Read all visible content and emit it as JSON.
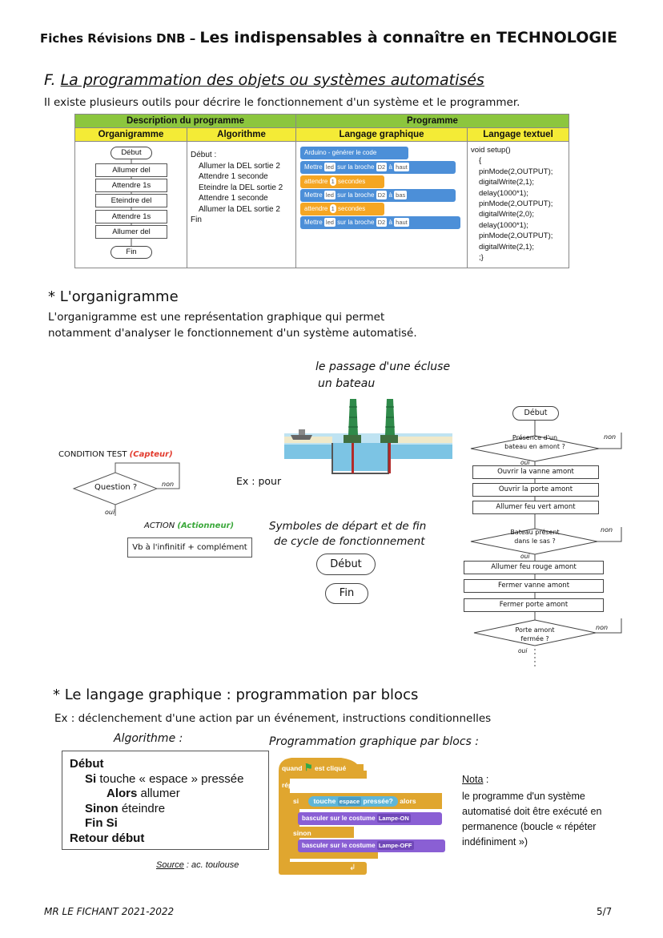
{
  "header": {
    "prefix": "Fiches Révisions DNB –",
    "title": "Les indispensables à connaître en TECHNOLOGIE"
  },
  "section_f": {
    "letter": "F.",
    "title": "La programmation des objets ou systèmes automatisés",
    "intro": "Il existe plusieurs outils pour décrire le fonctionnement d'un système et le programmer."
  },
  "table": {
    "group_headers": [
      "Description du programme",
      "Programme"
    ],
    "col_headers": [
      "Organigramme",
      "Algorithme",
      "Langage graphique",
      "Langage textuel"
    ],
    "organigramme": [
      "Début",
      "Allumer del",
      "Attendre 1s",
      "Eteindre del",
      "Attendre 1s",
      "Allumer del",
      "Fin"
    ],
    "algorithme": [
      "Début :",
      "Allumer la DEL sortie 2",
      "Attendre 1 seconde",
      "Eteindre la DEL sortie 2",
      "Attendre 1 seconde",
      "Allumer la DEL sortie 2",
      "Fin"
    ],
    "blocks": {
      "header": "Arduino - générer le code",
      "mettre": "Mettre",
      "led": "led",
      "sur_broche": "sur la broche",
      "pin": "D2",
      "a": "à",
      "haut": "haut",
      "bas": "bas",
      "attendre": "attendre",
      "one": "1",
      "secondes": "secondes"
    },
    "code": [
      "void setup()",
      "{",
      "pinMode(2,OUTPUT);",
      "digitalWrite(2,1);",
      "delay(1000*1);",
      "pinMode(2,OUTPUT);",
      "digitalWrite(2,0);",
      "delay(1000*1);",
      "pinMode(2,OUTPUT);",
      "digitalWrite(2,1);",
      ";}"
    ]
  },
  "section_org": {
    "title": "* L'organigramme",
    "desc_line1": "L'organigramme est une représentation graphique qui permet",
    "desc_line2": "notamment d'analyser le fonctionnement d'un système automatisé.",
    "caption_line1": "le passage d'une écluse",
    "caption_line2": "un bateau",
    "condition_label": "CONDITION  TEST",
    "capteur": "(Capteur)",
    "question": "Question ?",
    "non": "non",
    "oui": "oui",
    "action_label": "ACTION",
    "actionneur": "(Actionneur)",
    "action_box": "Vb à l'infinitif + complément",
    "ex_pour": "Ex : pour",
    "symbols_line1": "Symboles de départ et de fin",
    "symbols_line2": "de cycle de fonctionnement",
    "debut": "Début",
    "fin": "Fin",
    "flow": {
      "debut": "Début",
      "q1_line1": "Présence d'un",
      "q1_line2": "bateau en amont ?",
      "steps1": [
        "Ouvrir la vanne amont",
        "Ouvrir la porte amont",
        "Allumer feu vert amont"
      ],
      "q2_line1": "Bateau présent",
      "q2_line2": "dans le sas ?",
      "steps2": [
        "Allumer  feu rouge amont",
        "Fermer  vanne amont",
        "Fermer  porte amont"
      ],
      "q3_line1": "Porte amont",
      "q3_line2": "fermée ?",
      "non": "non",
      "oui": "oui"
    }
  },
  "section_graph": {
    "title": "* Le langage graphique : programmation par blocs",
    "desc": "Ex : déclenchement d'une action par un événement, instructions conditionnelles",
    "algo_caption": "Algorithme :",
    "blocks_caption": "Programmation graphique par blocs :",
    "algo": {
      "l1": "Début",
      "l2_kw": "Si",
      "l2_rest": " touche « espace » pressée",
      "l3_kw": "Alors",
      "l3_rest": " allumer",
      "l4_kw": "Sinon",
      "l4_rest": " éteindre",
      "l5": "Fin Si",
      "l6": "Retour début"
    },
    "source_label": "Source",
    "source_rest": " : ac. toulouse",
    "scratch": {
      "quand": "quand",
      "est_clique": "est cliqué",
      "repeter": "répéter indéfiniment",
      "si": "si",
      "touche": "touche",
      "espace": "espace",
      "pressee": "pressée?",
      "alors": "alors",
      "basculer": "basculer sur le costume",
      "lampe_on": "Lampe-ON",
      "sinon": "sinon",
      "lampe_off": "Lampe-OFF"
    },
    "nota_title": "Nota",
    "nota_colon": " :",
    "nota_lines": [
      "le programme d'un système",
      "automatisé doit être exécuté en",
      "permanence (boucle « répéter",
      "indéfiniment »)"
    ]
  },
  "footer": {
    "left": "MR LE FICHANT 2021-2022",
    "right": "5/7"
  },
  "colors": {
    "table_green": "#8cc63e",
    "table_yellow": "#f4eb36",
    "scratch_gold": "#e0a62f",
    "scratch_purple": "#8a5fd4",
    "capteur_red": "#e23b2e",
    "actionneur_green": "#3aa83a"
  }
}
